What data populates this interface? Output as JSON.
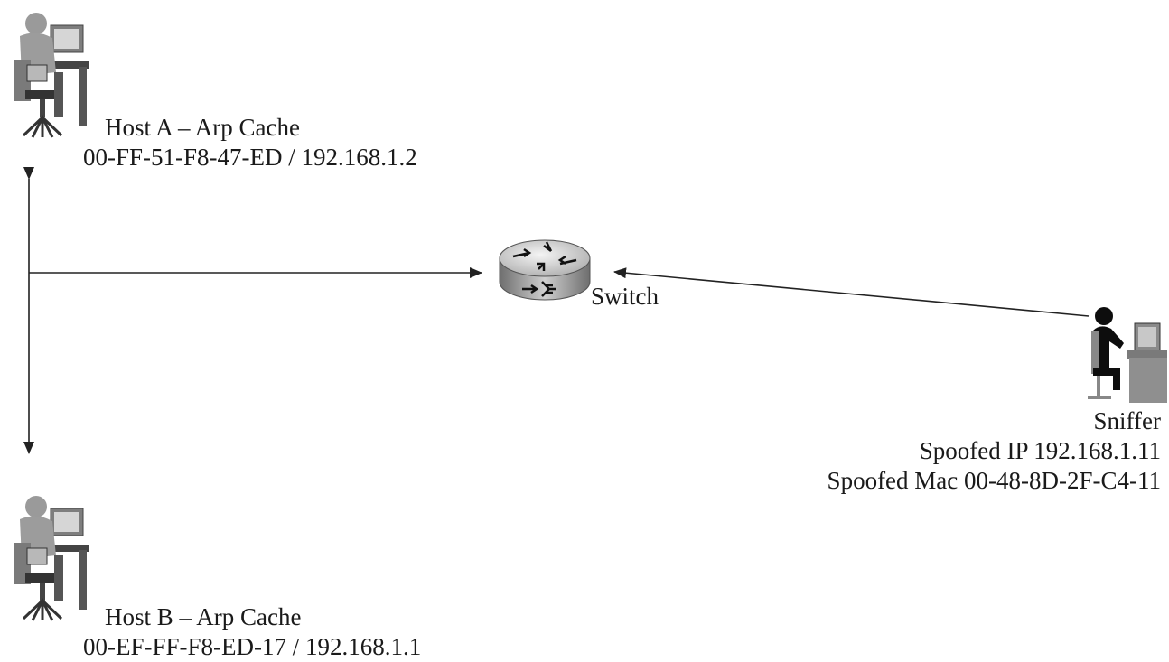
{
  "nodes": {
    "host_a": {
      "name": "Host A – Arp Cache",
      "entry": "00-FF-51-F8-47-ED / 192.168.1.2",
      "icon": "workstation-user-icon"
    },
    "host_b": {
      "name": "Host B – Arp Cache",
      "entry": "00-EF-FF-F8-ED-17 / 192.168.1.1",
      "icon": "workstation-user-icon"
    },
    "switch": {
      "name": "Switch",
      "icon": "switch-router-icon"
    },
    "sniffer": {
      "name": "Sniffer",
      "spoofed_ip": "Spoofed IP 192.168.1.11",
      "spoofed_mac": "Spoofed Mac 00-48-8D-2F-C4-11",
      "icon": "attacker-workstation-icon"
    }
  },
  "edges": [
    {
      "from": "host_a",
      "to": "host_b",
      "style": "double-arrow"
    },
    {
      "from": "hosts_link",
      "to": "switch",
      "style": "arrow"
    },
    {
      "from": "sniffer",
      "to": "switch",
      "style": "arrow"
    }
  ],
  "colors": {
    "line": "#222222",
    "text": "#1a1a1a",
    "icon_gray": "#8c8c8c",
    "icon_dark": "#1c1c1c"
  }
}
